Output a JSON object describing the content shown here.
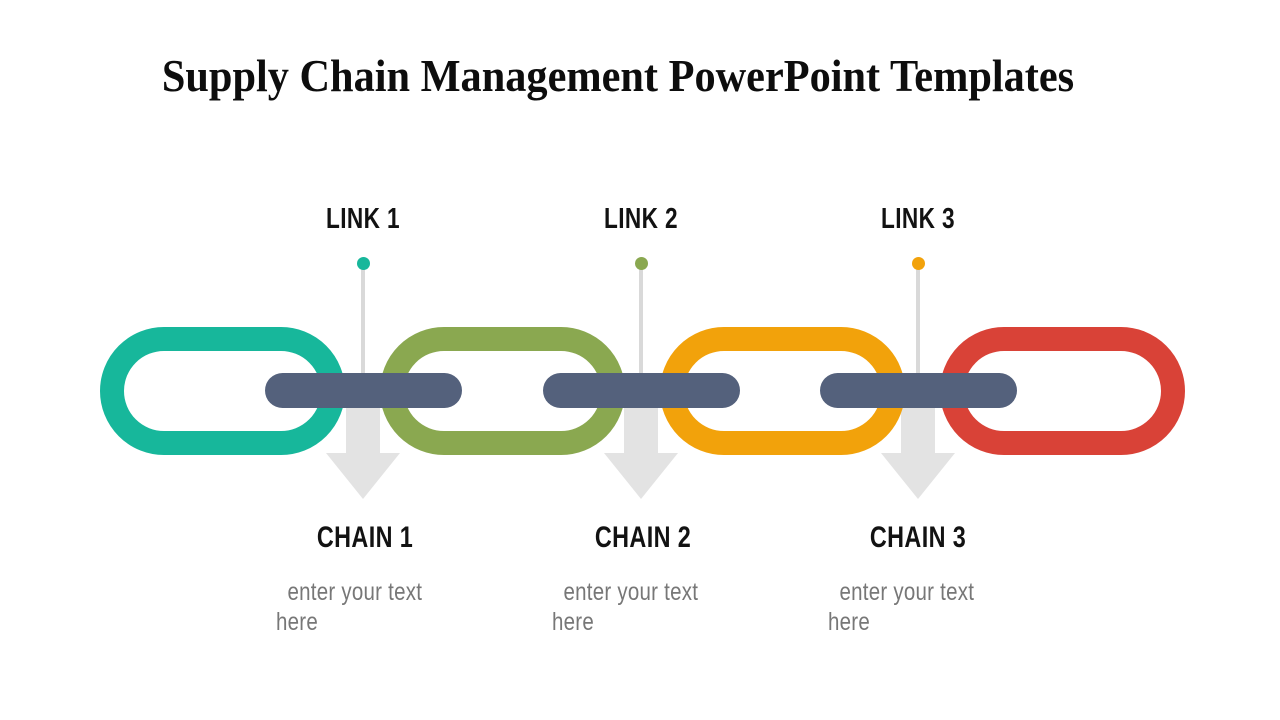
{
  "title": "Supply Chain Management PowerPoint Templates",
  "diagram": {
    "junctions": [
      {
        "link_label": "LINK 1",
        "chain_label": "CHAIN 1",
        "placeholder": "enter your text here",
        "dot_color": "#17b79b"
      },
      {
        "link_label": "LINK 2",
        "chain_label": "CHAIN 2",
        "placeholder": "enter your text here",
        "dot_color": "#8aa850"
      },
      {
        "link_label": "LINK 3",
        "chain_label": "CHAIN 3",
        "placeholder": "enter your text here",
        "dot_color": "#f2a20b"
      }
    ],
    "rings": [
      {
        "color": "#17b79b"
      },
      {
        "color": "#8aa850"
      },
      {
        "color": "#f2a20b"
      },
      {
        "color": "#d94237"
      }
    ],
    "connector_color": "#54617c",
    "arrow_color": "#e3e3e3",
    "stem_color": "#d9d9d9"
  }
}
